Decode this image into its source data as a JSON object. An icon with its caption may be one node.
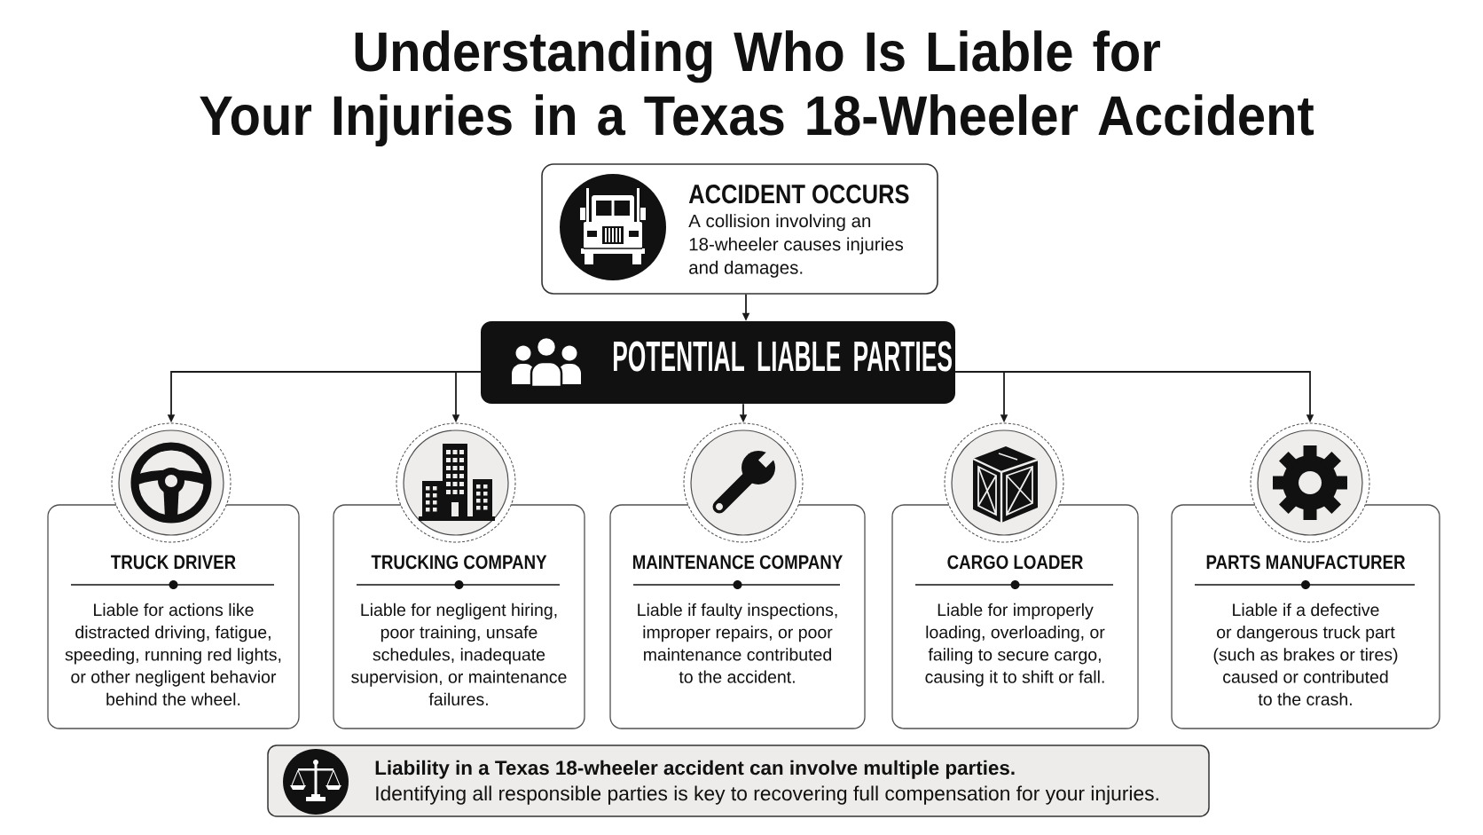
{
  "diagram": {
    "title": "Understanding Who Is Liable for Your Injuries in a Texas 18-Wheeler Accident",
    "nodes": [
      {
        "text": [
          "ACCIDENT OCCURS",
          "A collision involving an 18-wheeler causes injuries and damages."
        ]
      },
      {
        "text": [
          "POTENTIAL LIABLE PARTIES"
        ]
      },
      {
        "text": [
          "TRUCK DRIVER",
          "Liable for actions like distracted driving, fatigue, speeding, running red lights, or other negligent behavior behind the wheel."
        ]
      },
      {
        "text": [
          "TRUCKING COMPANY",
          "Liable for negligent hiring, poor training, unsafe schedules, inadequate supervision, or maintenance failures."
        ]
      },
      {
        "text": [
          "MAINTENANCE COMPANY",
          "Liable if faulty inspections, improper repairs, or poor maintenance contributed to the accident."
        ]
      },
      {
        "text": [
          "CARGO LOADER",
          "Liable for improperly loading, overloading, or failing to secure cargo, causing it to shift or fall."
        ]
      },
      {
        "text": [
          "PARTS MANUFACTURER",
          "Liable if a defective or dangerous truck part (such as brakes or tires) caused or contributed to the crash."
        ]
      },
      {
        "text": [
          "Liability in a Texas 18-wheeler accident can involve multiple parties.",
          "Identifying all responsible parties is key to recovering full compensation for your injuries."
        ]
      }
    ],
    "edges": [
      {
        "from": 0,
        "to": 1,
        "arrow": "to"
      },
      {
        "from": 1,
        "to": 2,
        "arrow": "to"
      },
      {
        "from": 1,
        "to": 3,
        "arrow": "to"
      },
      {
        "from": 1,
        "to": 4,
        "arrow": "to"
      },
      {
        "from": 1,
        "to": 5,
        "arrow": "to"
      },
      {
        "from": 1,
        "to": 6,
        "arrow": "to"
      }
    ]
  }
}
